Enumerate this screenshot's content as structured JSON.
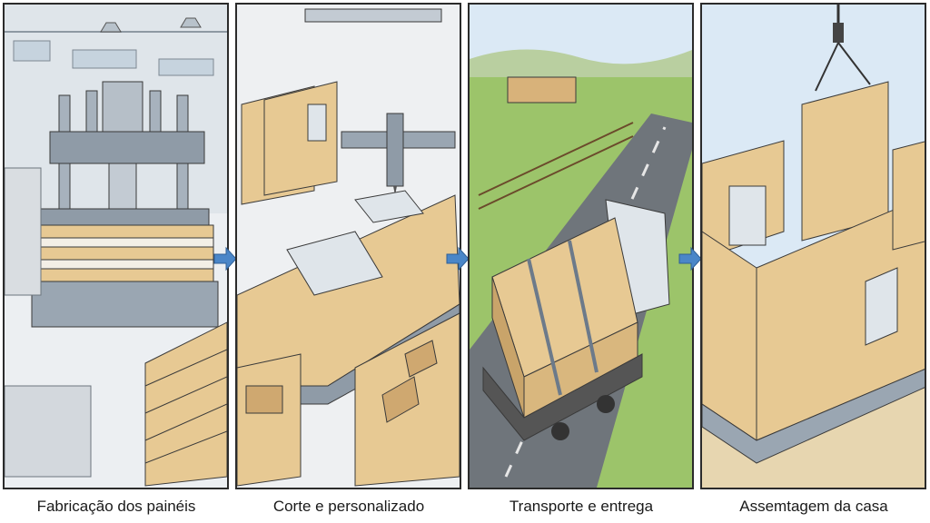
{
  "steps": [
    {
      "caption": "Fabricação dos painéis",
      "icon": "hydraulic-press"
    },
    {
      "caption": "Corte e personalizado",
      "icon": "cnc-router"
    },
    {
      "caption": "Transporte e entrega",
      "icon": "delivery-truck"
    },
    {
      "caption": "Assemtagem da casa",
      "icon": "crane-hook"
    }
  ],
  "arrow_icon": "right-arrow-icon",
  "colors": {
    "arrow": "#4a86c8",
    "wood": "#e7c993",
    "wood_dark": "#c9a46a",
    "metal": "#9aa6b2",
    "outline": "#3a3a3a",
    "grass": "#9cc46a",
    "road": "#6f757b",
    "sky": "#dbe9f5"
  }
}
